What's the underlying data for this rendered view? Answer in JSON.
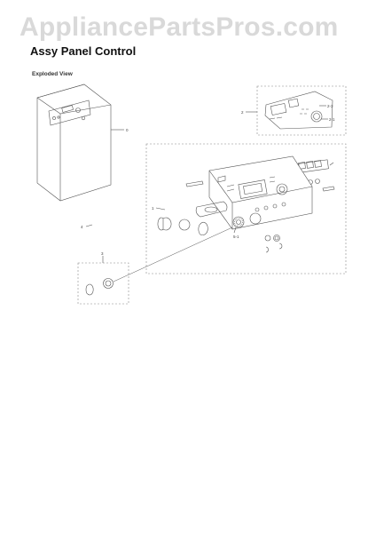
{
  "watermark": "AppliancePartsPros.com",
  "title": "Assy Panel Control",
  "section_label": "Exploded View",
  "callouts": {
    "cabinet": "0",
    "pcb_box": "2",
    "pcb_a": "2-3",
    "pcb_b": "2-1",
    "panel": "1",
    "knob_sub": "5-1",
    "part4": "4",
    "knob_box": "3"
  },
  "colors": {
    "line": "#555555",
    "dash": "#888888",
    "watermark": "#d9d9d9"
  }
}
